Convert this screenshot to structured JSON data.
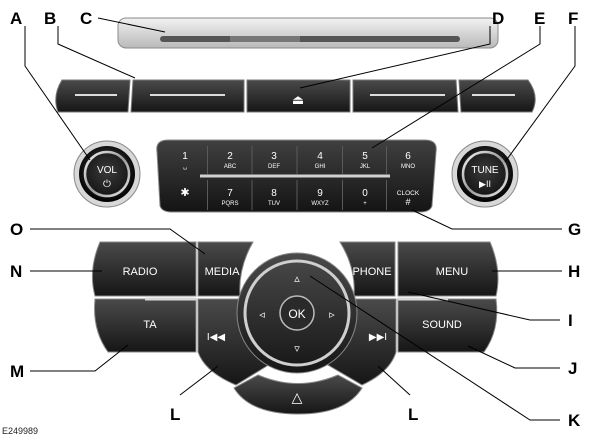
{
  "figure_id": "E249989",
  "callouts": [
    "A",
    "B",
    "C",
    "D",
    "E",
    "F",
    "G",
    "H",
    "I",
    "J",
    "K",
    "L",
    "L",
    "M",
    "N",
    "O"
  ],
  "vol_knob": {
    "top": "VOL",
    "bottom": "⏻"
  },
  "tune_knob": {
    "top": "TUNE",
    "bottom": "▶II"
  },
  "eject_symbol": "⏏",
  "keypad": {
    "row1": [
      {
        "num": "1",
        "sub": "␣"
      },
      {
        "num": "2",
        "sub": "ABC"
      },
      {
        "num": "3",
        "sub": "DEF"
      },
      {
        "num": "4",
        "sub": "GHI"
      },
      {
        "num": "5",
        "sub": "JKL"
      },
      {
        "num": "6",
        "sub": "MNO"
      }
    ],
    "row2": [
      {
        "num": "✱",
        "sub": ""
      },
      {
        "num": "7",
        "sub": "PQRS"
      },
      {
        "num": "8",
        "sub": "TUV"
      },
      {
        "num": "9",
        "sub": "WXYZ"
      },
      {
        "num": "0",
        "sub": "+"
      },
      {
        "num": "CLOCK",
        "sub": "#"
      }
    ]
  },
  "buttons": {
    "radio": "RADIO",
    "media": "MEDIA",
    "phone": "PHONE",
    "menu": "MENU",
    "ta": "TA",
    "sound": "SOUND",
    "ok": "OK",
    "seek_back": "I◀◀",
    "seek_forward": "▶▶I",
    "hazard": "△"
  },
  "arrows": {
    "up": "▵",
    "down": "▿",
    "left": "◃",
    "right": "▹"
  }
}
